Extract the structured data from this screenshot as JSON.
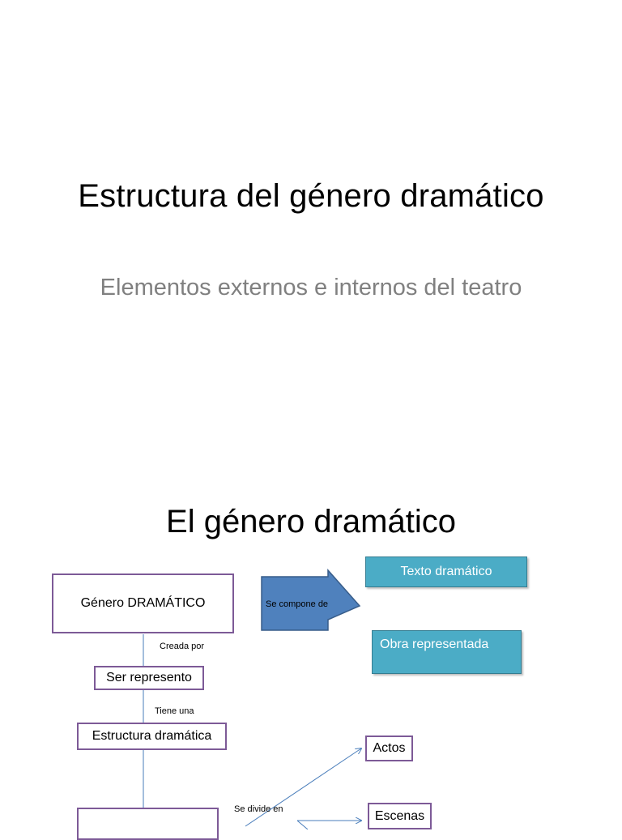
{
  "slide1": {
    "title": "Estructura del género dramático",
    "subtitle": "Elementos externos e internos del teatro"
  },
  "slide2": {
    "title": "El género dramático",
    "nodes": {
      "genero": "Género DRAMÁTICO",
      "ser": "Ser represento",
      "estructura": "Estructura dramática",
      "texto": "Texto dramático",
      "obra": "Obra representada",
      "actos": "Actos",
      "escenas": "Escenas"
    },
    "edge_labels": {
      "creada_por": "Creada por",
      "tiene_una": "Tiene una",
      "se_compone_de": "Se compone de",
      "se_divide_en": "Se divide en"
    },
    "colors": {
      "box_border": "#7d5a97",
      "teal_fill": "#4bacc6",
      "arrow_fill": "#4f81bd",
      "connector": "#4a7ebb"
    }
  }
}
